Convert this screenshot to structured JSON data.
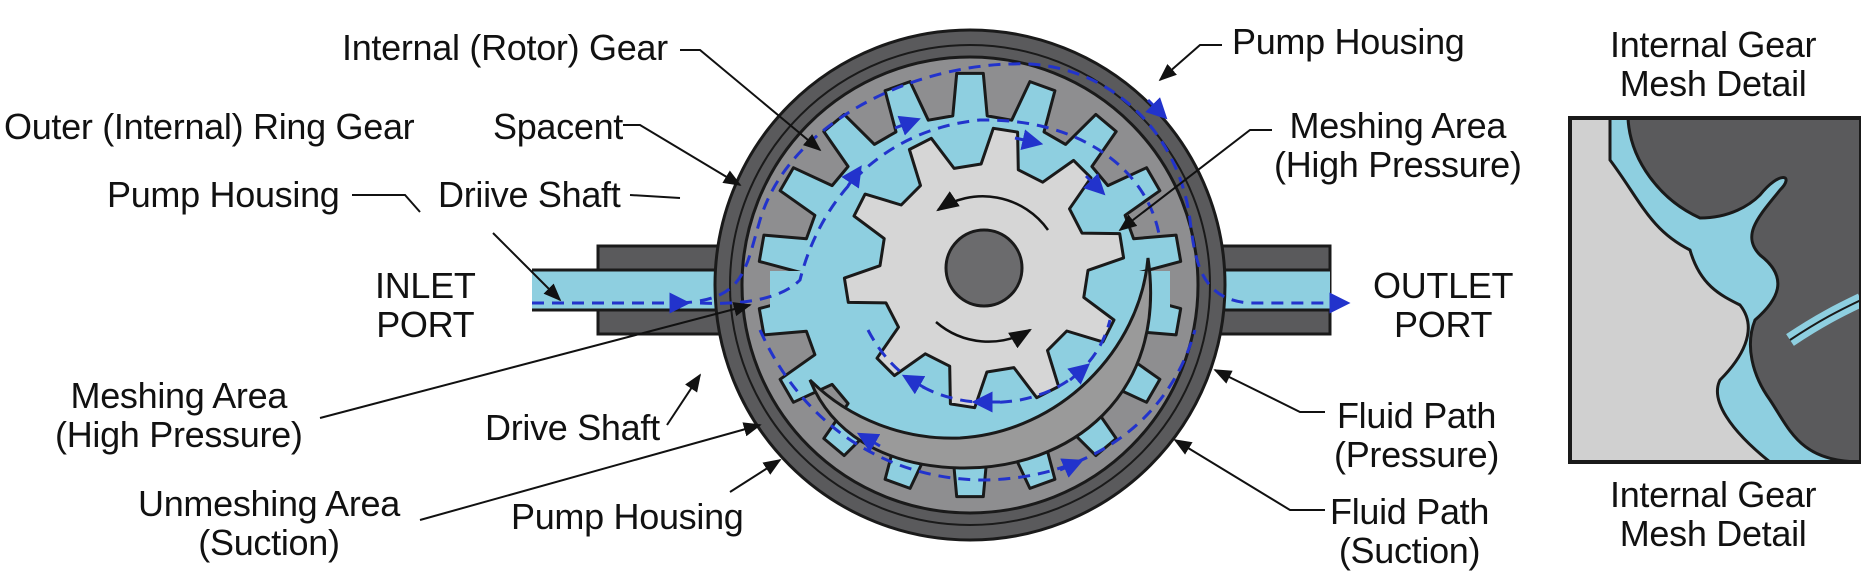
{
  "labels": {
    "internal_rotor_gear": "Internal (Rotor) Gear",
    "outer_ring_gear": "Outer (Internal) Ring Gear",
    "spacent": "Spacent",
    "pump_housing_left": "Pump Housing",
    "driive_shaft": "Driive Shaft",
    "inlet_port": [
      "INLET",
      "PORT"
    ],
    "meshing_area_left": [
      "Meshing Area",
      "(High Pressure)"
    ],
    "drive_shaft": "Drive Shaft",
    "unmeshing_area": [
      "Unmeshing Area",
      "(Suction)"
    ],
    "pump_housing_bottom": "Pump Housing",
    "pump_housing_top": "Pump Housing",
    "meshing_area_right": [
      "Meshing Area",
      "(High Pressure)"
    ],
    "outlet_port": [
      "OUTLET",
      "PORT"
    ],
    "fluid_path_pressure": [
      "Fluid Path",
      "(Pressure)"
    ],
    "fluid_path_suction": [
      "Fluid Path",
      "(Suction)"
    ]
  },
  "detail": {
    "title": [
      "Internal Gear",
      "Mesh Detail"
    ],
    "caption": [
      "Internal Gear",
      "Mesh Detail"
    ]
  },
  "colors": {
    "housing": "#5a5a5c",
    "outline": "#1a1a1a",
    "fluid": "#8ecfe0",
    "rotor_gear": "#d6d6d6",
    "ring_gear": "#8e8e90",
    "crescent": "#9a9a9a",
    "shaft": "#6b6b6d",
    "flow_arrow": "#2233cc"
  }
}
